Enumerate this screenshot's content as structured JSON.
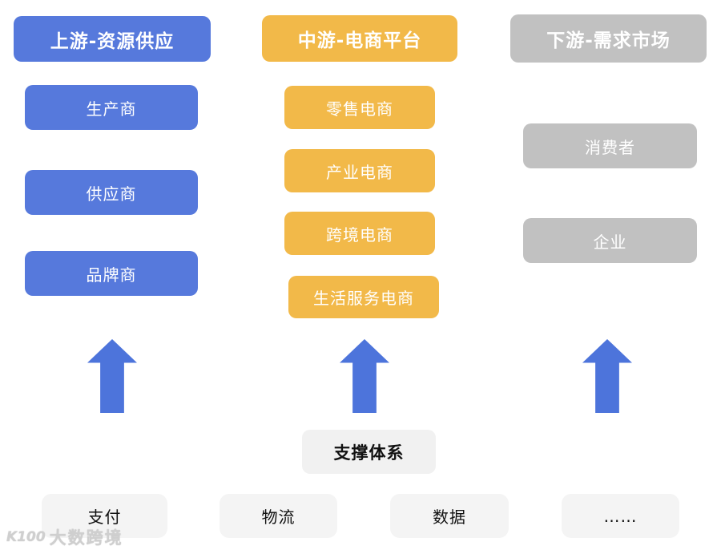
{
  "diagram": {
    "columns": [
      {
        "id": "upstream",
        "header": "上游-资源供应",
        "color": "#5679DC",
        "items": [
          "生产商",
          "供应商",
          "品牌商"
        ]
      },
      {
        "id": "midstream",
        "header": "中游-电商平台",
        "color": "#F2B949",
        "items": [
          "零售电商",
          "产业电商",
          "跨境电商",
          "生活服务电商"
        ]
      },
      {
        "id": "downstream",
        "header": "下游-需求市场",
        "color": "#C1C1C1",
        "items": [
          "消费者",
          "企业"
        ]
      }
    ],
    "arrow_color": "#4D74DB",
    "support": {
      "title": "支撑体系",
      "items": [
        "支付",
        "物流",
        "数据",
        "……"
      ]
    },
    "watermark": {
      "logo": "K100",
      "text": "大数跨境"
    },
    "colors": {
      "upstream_blue": "#5679DC",
      "midstream_yellow": "#F2B949",
      "downstream_gray": "#C1C1C1",
      "support_light_gray": "#F1F1F1",
      "bottom_light_gray": "#F4F4F4",
      "text_on_color": "#FFFFFF",
      "text_dark": "#111111"
    }
  }
}
